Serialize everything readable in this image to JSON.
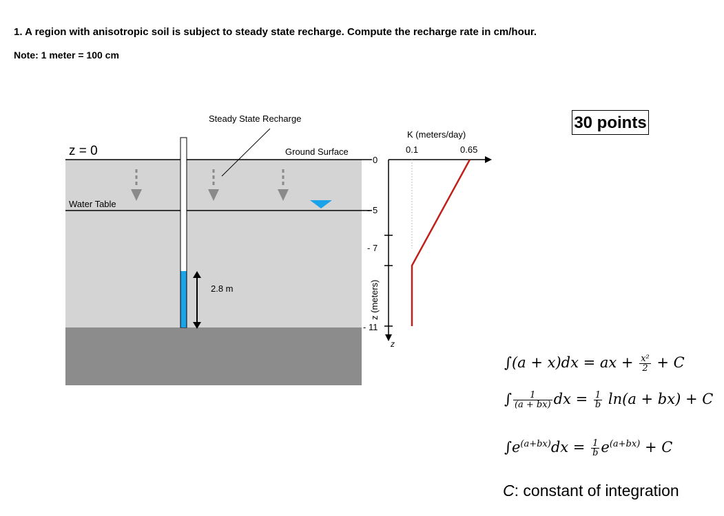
{
  "question": {
    "title": "1. A region with anisotropic soil is subject to steady state recharge. Compute the recharge rate in cm/hour.",
    "note": "Note: 1 meter = 100 cm"
  },
  "points_badge": "30 points",
  "diagram": {
    "z0_label": "z = 0",
    "recharge_label": "Steady State Recharge",
    "ground_surface_label": "Ground Surface",
    "water_table_label": "Water Table",
    "piezometer_height_label": "2.8 m",
    "colors": {
      "soil": "#d4d4d4",
      "bedrock": "#8c8c8c",
      "water": "#1aa3e8",
      "k_profile": "#c0201a"
    }
  },
  "k_plot": {
    "axis_title": "K (meters/day)",
    "k_ticks": [
      "0.1",
      "0.65"
    ],
    "z_ticks": [
      "0",
      "- 5",
      "- 7",
      "- 11"
    ],
    "z_axis_label": "z (meters)",
    "z_arrow_label": "z",
    "profile": [
      {
        "z": 0,
        "K": 0.65
      },
      {
        "z": -7,
        "K": 0.1
      },
      {
        "z": -11,
        "K": 0.1
      }
    ]
  },
  "formulas": {
    "f1": {
      "lhs": "∫(a + x)dx = ax + ",
      "frac_num": "x²",
      "frac_den": "2",
      "rhs": " + C"
    },
    "f2": {
      "lhs_int": "∫",
      "frac_num": "1",
      "frac_den": "(a + bx)",
      "mid": "dx = ",
      "frac2_num": "1",
      "frac2_den": "b",
      "rhs": " ln(a + bx) + C"
    },
    "f3": {
      "lhs_int": "∫e",
      "lhs_exp": "(a+bx)",
      "mid": "dx = ",
      "frac_num": "1",
      "frac_den": "b",
      "rhs_base": "e",
      "rhs_exp": "(a+bx)",
      "rhs": " + C"
    }
  },
  "footer": {
    "c_symbol": "C",
    "c_text": ": constant of integration"
  }
}
